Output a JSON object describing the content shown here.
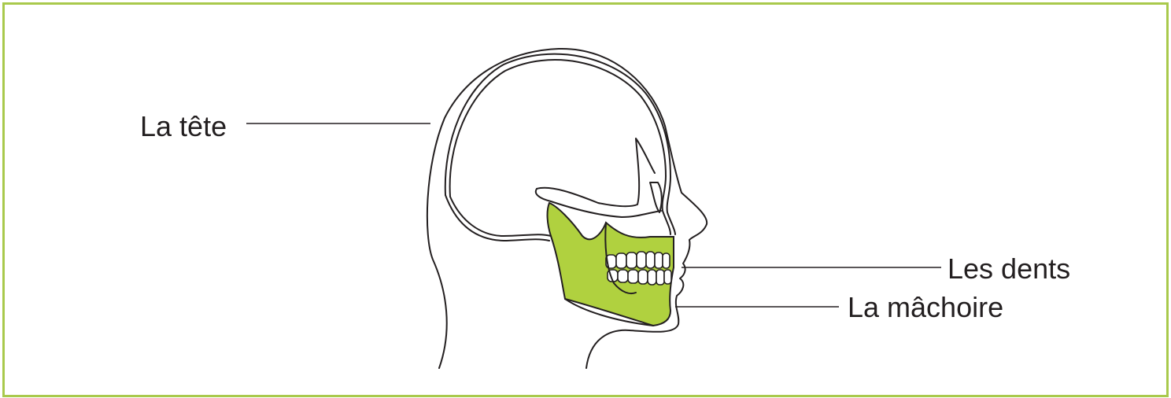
{
  "labels": {
    "head": "La tête",
    "teeth": "Les dents",
    "jaw": "La mâchoire"
  },
  "colors": {
    "frame": "#a9c94c",
    "jaw_fill": "#b0d13f",
    "line": "#231f20"
  },
  "icons": [
    "head-skull-profile-illustration"
  ]
}
